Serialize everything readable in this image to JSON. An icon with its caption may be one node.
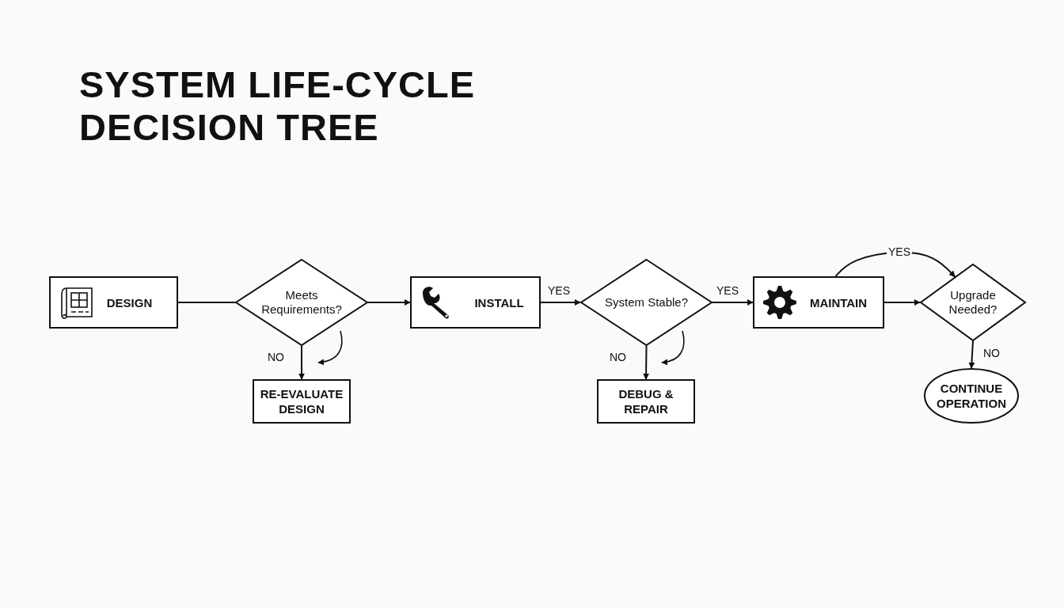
{
  "diagram": {
    "title": "SYSTEM LIFE-CYCLE DECISION TREE",
    "nodes": [
      {
        "text": [
          "DESIGN"
        ]
      },
      {
        "text": [
          "Meets Requirements?"
        ]
      },
      {
        "text": [
          "RE-EVALUATE DESIGN"
        ]
      },
      {
        "text": [
          "INSTALL"
        ]
      },
      {
        "text": [
          "System Stable?"
        ]
      },
      {
        "text": [
          "DEBUG & REPAIR"
        ]
      },
      {
        "text": [
          "MAINTAIN"
        ]
      },
      {
        "text": [
          "Upgrade Needed?"
        ]
      },
      {
        "text": [
          "CONTINUE OPERATION"
        ]
      }
    ],
    "edges": [
      {
        "from": 0,
        "to": 1,
        "arrow": "none"
      },
      {
        "from": 1,
        "to": 3,
        "arrow": "to"
      },
      {
        "from": 1,
        "to": 2,
        "arrow": "to",
        "label": "NO"
      },
      {
        "from": 3,
        "to": 4,
        "arrow": "to",
        "label": "YES"
      },
      {
        "from": 4,
        "to": 6,
        "arrow": "to",
        "label": "YES"
      },
      {
        "from": 4,
        "to": 5,
        "arrow": "to",
        "label": "NO"
      },
      {
        "from": 6,
        "to": 7,
        "arrow": "to"
      },
      {
        "from": 6,
        "to": 7,
        "arrow": "to",
        "label": "YES"
      },
      {
        "from": 7,
        "to": 8,
        "arrow": "to",
        "label": "NO"
      }
    ]
  }
}
